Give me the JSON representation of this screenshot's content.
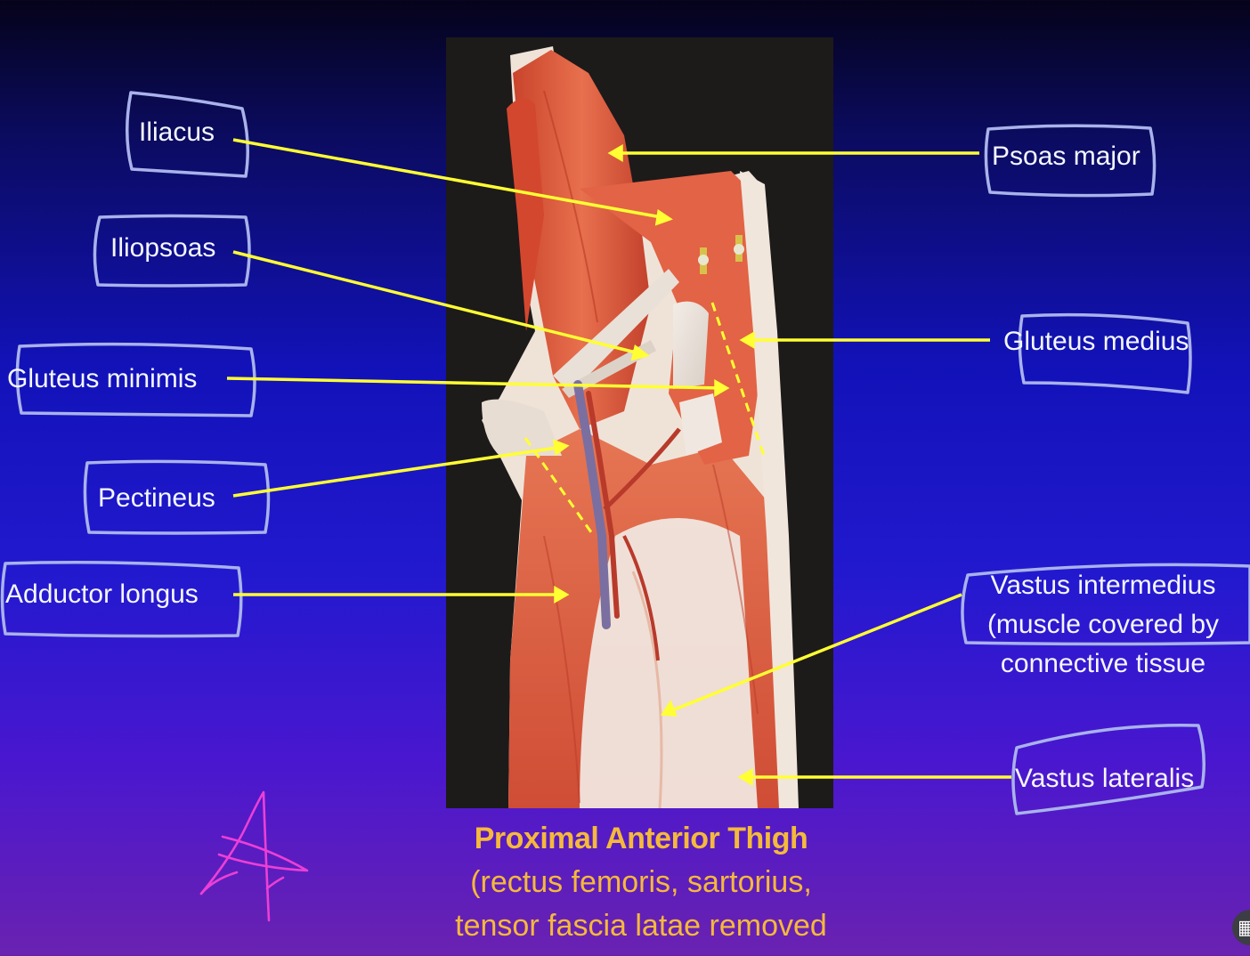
{
  "labels": {
    "iliacus": "Iliacus",
    "iliopsoas": "Iliopsoas",
    "gluteus_minimis": "Gluteus minimis",
    "pectineus": "Pectineus",
    "adductor_longus": "Adductor longus",
    "psoas_major": "Psoas major",
    "gluteus_medius": "Gluteus medius",
    "vastus_intermedius": [
      "Vastus intermedius",
      "(muscle covered by",
      "connective tissue"
    ],
    "vastus_lateralis": "Vastus lateralis"
  },
  "caption": {
    "title": "Proximal Anterior Thigh",
    "line2": "(rectus femoris, sartorius,",
    "line3": "tensor fascia latae removed"
  },
  "colors": {
    "pointer": "#ffff33",
    "box_outline": "#a9b2ea",
    "caption": "#f5b93b",
    "signature": "#ec3fd6"
  },
  "icons": {
    "signature": "handwritten-letter-signature",
    "corner_button": "expand-icon"
  }
}
